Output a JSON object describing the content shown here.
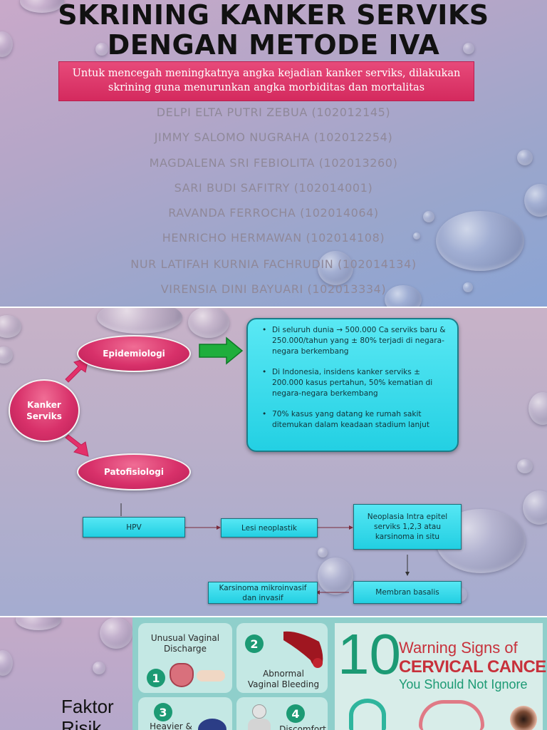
{
  "slide1": {
    "title_line1": "SKRINING KANKER SERVIKS",
    "title_line2": "DENGAN METODE IVA",
    "subtitle_line1": "Untuk mencegah meningkatnya angka kejadian kanker serviks, dilakukan",
    "subtitle_line2": "skrining guna menurunkan angka morbiditas dan mortalitas",
    "authors": [
      "DELPI ELTA PUTRI ZEBUA (102012145)",
      "JIMMY SALOMO NUGRAHA (102012254)",
      "MAGDALENA SRI FEBIOLITA (102013260)",
      "SARI BUDI SAFITRY (102014001)",
      "RAVANDA FERROCHA (102014064)",
      "HENRICHO HERMAWAN (102014108)",
      "NUR LATIFAH KURNIA FACHRUDIN (102014134)",
      "VIRENSIA DINI BAYUARI (102013334)"
    ]
  },
  "slide2": {
    "center_node": "Kanker Serviks",
    "epidemiologi": "Epidemiologi",
    "patofisiologi": "Patofisiologi",
    "info_items": [
      "Di seluruh dunia → 500.000 Ca serviks baru & 250.000/tahun yang ± 80% terjadi di negara-negara berkembang",
      "Di Indonesia, insidens kanker serviks ± 200.000 kasus pertahun, 50% kematian di negara-negara berkembang",
      "70% kasus yang datang ke rumah sakit ditemukan dalam keadaan stadium lanjut"
    ],
    "flow": {
      "hpv": "HPV",
      "lesi": "Lesi neoplastik",
      "neoplasia": "Neoplasia Intra epitel serviks 1,2,3 atau karsinoma in situ",
      "membran": "Membran basalis",
      "karsinoma": "Karsinoma mikroinvasif dan invasif"
    },
    "colors": {
      "pill": "#d8316a",
      "box": "#22cfe2",
      "arrow": "#1fae3c"
    }
  },
  "slide3": {
    "left_label": "Faktor",
    "left_label_partial": "Risik",
    "panels": {
      "p1": "Unusual Vaginal Discharge",
      "p2": "Abnormal Vaginal Bleeding",
      "p3": "Heavier &",
      "p4": "Discomfort"
    },
    "numbers": [
      "1",
      "2",
      "3",
      "4"
    ],
    "big_number": "10",
    "poster_line1": "Warning Signs of",
    "poster_line2": "CERVICAL CANCER",
    "poster_line3": "You Should Not Ignore",
    "colors": {
      "poster_bg": "#d8ede9",
      "title_red": "#c7313b",
      "number_green": "#1c9a74"
    }
  }
}
